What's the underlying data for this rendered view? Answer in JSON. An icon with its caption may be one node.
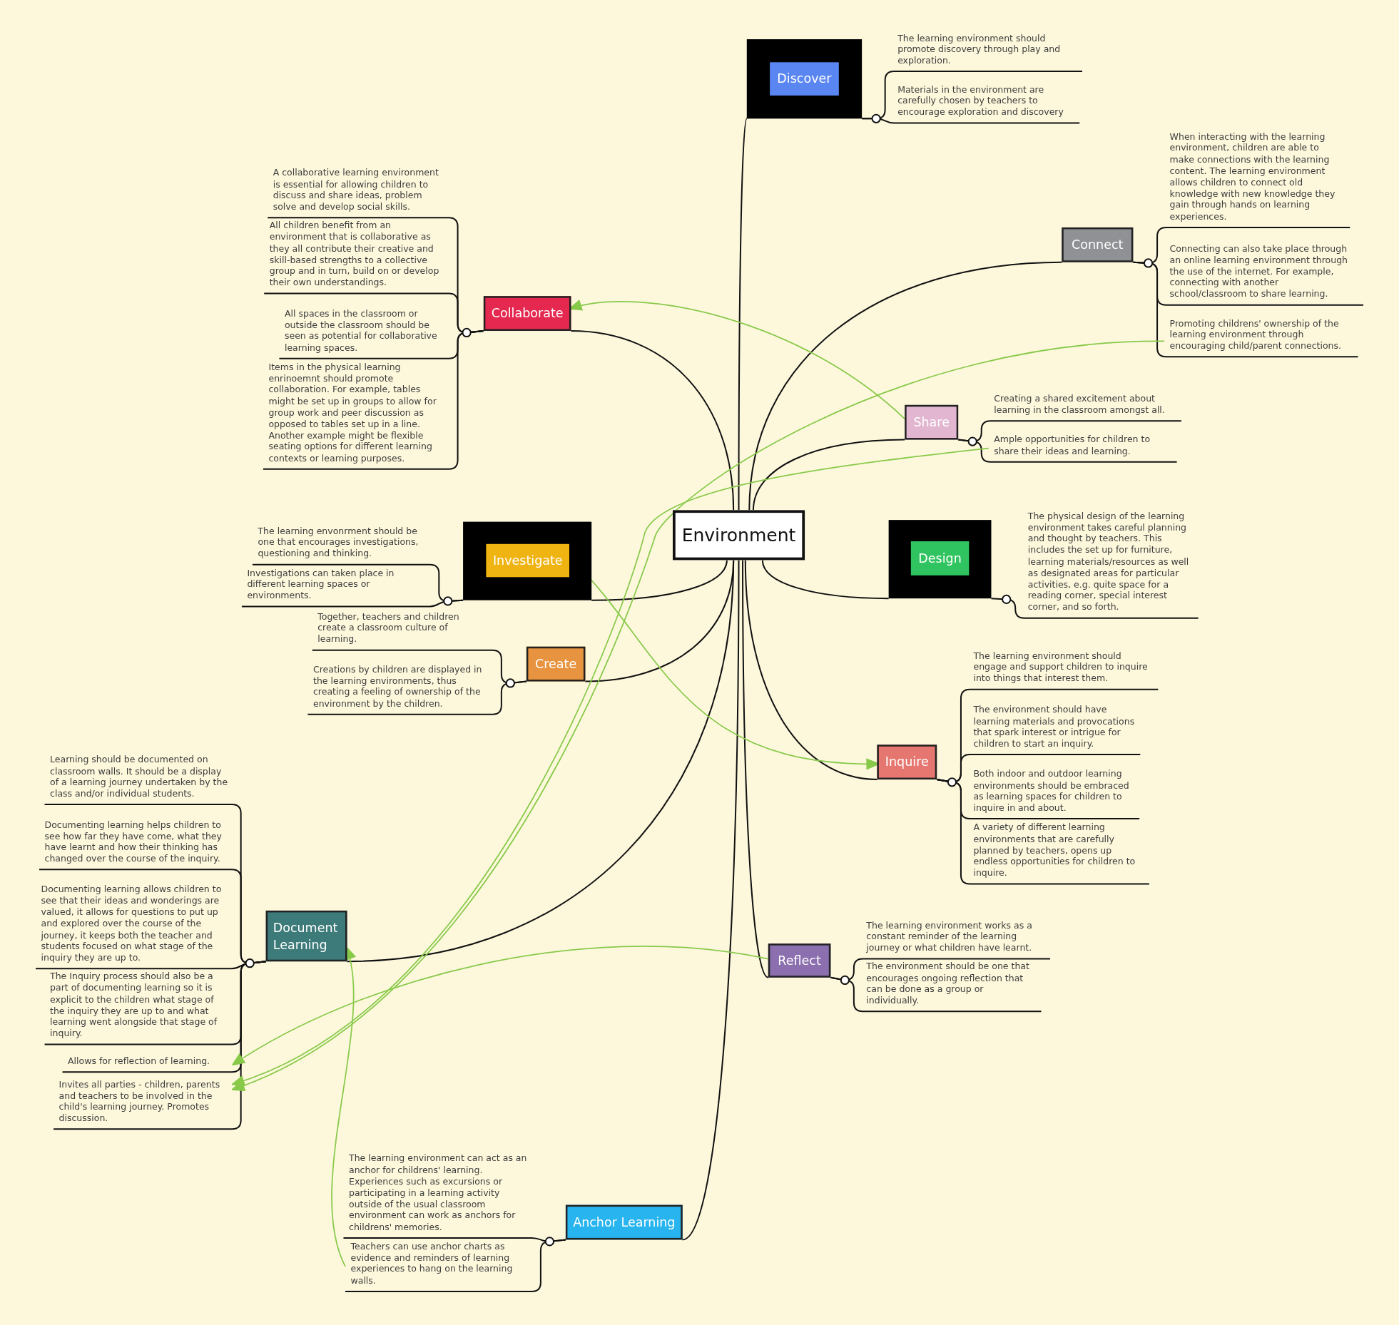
{
  "diagram": {
    "nodes": [
      {
        "text": [
          "Environment"
        ]
      },
      {
        "text": [],
        "shape": "box"
      },
      {
        "text": [
          "Discover"
        ],
        "in": 1
      },
      {
        "text": [
          "The learning environment should promote discovery through play and exploration."
        ]
      },
      {
        "text": [
          "Materials in the environment are carefully chosen by teachers to encourage exploration and discovery"
        ]
      },
      {
        "text": [
          "Connect"
        ]
      },
      {
        "text": [
          "When interacting with the learning environment, children are able to make connections with the learning content. The learning environment allows children to connect old knowledge with new knowledge they gain through hands on learning experiences."
        ]
      },
      {
        "text": [
          "Connecting can also take place through an online learning environment through the use of the internet. For example, connecting with another school/classroom to share learning."
        ]
      },
      {
        "text": [
          "Promoting childrens' ownership of the learning environment through encouraging child/parent connections."
        ]
      },
      {
        "text": [
          "Collaborate"
        ]
      },
      {
        "text": [
          "A collaborative learning environment is essential for allowing children to discuss and share ideas, problem solve and develop social skills."
        ]
      },
      {
        "text": [
          "All children benefit from an environment that is collaborative as they all contribute their creative and skill-based strengths to a collective group and in turn, build on or develop their own understandings."
        ]
      },
      {
        "text": [
          "All spaces in the classroom or outside the classroom should be seen as potential for collaborative learning spaces."
        ]
      },
      {
        "text": [
          "Items in the physical learning enrinoemnt should promote collaboration. For example, tables might be set up in groups to allow for group work and peer discussion as opposed to tables set up in a line. Another example might be flexible seating options for different learning contexts or learning purposes."
        ]
      },
      {
        "text": [
          "Share"
        ]
      },
      {
        "text": [
          "Creating a shared excitement about learning in the classroom amongst all."
        ]
      },
      {
        "text": [
          "Ample opportunities for children to share their ideas and learning."
        ]
      },
      {
        "text": [],
        "shape": "box"
      },
      {
        "text": [
          "Investigate"
        ],
        "in": 17
      },
      {
        "text": [
          "The learning envonrment should be one that encourages investigations, questioning and thinking."
        ]
      },
      {
        "text": [
          "Investigations can taken place in different learning spaces or environments."
        ]
      },
      {
        "text": [],
        "shape": "box"
      },
      {
        "text": [
          "Design"
        ],
        "in": 21
      },
      {
        "text": [
          "The physical design of the learning environment takes careful planning and thought by teachers. This includes the set up for furniture, learning materials/resources as well as designated areas for particular activities, e.g. quite space for a reading corner, special interest corner, and so forth."
        ]
      },
      {
        "text": [
          "Create"
        ]
      },
      {
        "text": [
          "Together, teachers and children create a classroom culture of learning."
        ]
      },
      {
        "text": [
          "Creations by children are displayed in the learning environments, thus creating a feeling of ownership of the environment by the children."
        ]
      },
      {
        "text": [
          "Inquire"
        ]
      },
      {
        "text": [
          "The learning environment should engage and support children to inquire into things that interest them."
        ]
      },
      {
        "text": [
          "The environment should have learning materials and provocations that spark interest or intrigue for children to start an inquiry."
        ]
      },
      {
        "text": [
          "Both indoor and outdoor learning environments should be embraced as learning spaces for children to inquire in and about."
        ]
      },
      {
        "text": [
          "A variety of different learning environments that are carefully planned by teachers, opens up endless opportunities for children to inquire."
        ]
      },
      {
        "text": [
          "Document Learning"
        ]
      },
      {
        "text": [
          "Learning should be documented on classroom walls. It should be a display of a learning journey undertaken by the class and/or individual students."
        ]
      },
      {
        "text": [
          "Documenting learning helps children to see how far they have come, what they have learnt and how their thinking has changed over the course of the inquiry."
        ]
      },
      {
        "text": [
          "Documenting learning allows children to see that their ideas and wonderings are valued, it allows for questions to put up and explored over the course of the journey, it keeps both the teacher and students focused on what stage of the inquiry they are up to."
        ]
      },
      {
        "text": [
          "The Inquiry process should also be a part of documenting learning so it is explicit to the children what stage of the inquiry they are up to and what learning went alongside that stage of inquiry."
        ]
      },
      {
        "text": [
          "Allows for reflection of learning."
        ]
      },
      {
        "text": [
          "Invites all parties - children, parents and teachers to be involved in the child's learning journey. Promotes discussion."
        ]
      },
      {
        "text": [
          "Reflect"
        ]
      },
      {
        "text": [
          "The learning environment works as a constant reminder of the learning journey or what children have learnt."
        ]
      },
      {
        "text": [
          "The environment should be one that encourages ongoing reflection that can be done as a group or individually."
        ]
      },
      {
        "text": [
          "Anchor Learning"
        ]
      },
      {
        "text": [
          "The learning environment can act as an anchor for childrens' learning. Experiences such as excursions or participating in a learning activity outside of the usual classroom environment can work as anchors for childrens' memories."
        ]
      },
      {
        "text": [
          "Teachers can use anchor charts as evidence and reminders of learning experiences to hang on the learning walls."
        ]
      }
    ],
    "edges": [
      {
        "from": 0,
        "to": 1,
        "arrow": "none"
      },
      {
        "from": 0,
        "to": 5,
        "arrow": "none"
      },
      {
        "from": 0,
        "to": 9,
        "arrow": "none"
      },
      {
        "from": 0,
        "to": 14,
        "arrow": "none"
      },
      {
        "from": 0,
        "to": 17,
        "arrow": "none"
      },
      {
        "from": 0,
        "to": 21,
        "arrow": "none"
      },
      {
        "from": 0,
        "to": 24,
        "arrow": "none"
      },
      {
        "from": 0,
        "to": 27,
        "arrow": "none"
      },
      {
        "from": 0,
        "to": 32,
        "arrow": "none"
      },
      {
        "from": 0,
        "to": 39,
        "arrow": "none"
      },
      {
        "from": 0,
        "to": 42,
        "arrow": "none"
      },
      {
        "from": 1,
        "to": 3,
        "arrow": "none"
      },
      {
        "from": 1,
        "to": 4,
        "arrow": "none"
      },
      {
        "from": 5,
        "to": 6,
        "arrow": "none"
      },
      {
        "from": 5,
        "to": 7,
        "arrow": "none"
      },
      {
        "from": 5,
        "to": 8,
        "arrow": "none"
      },
      {
        "from": 9,
        "to": 10,
        "arrow": "none"
      },
      {
        "from": 9,
        "to": 11,
        "arrow": "none"
      },
      {
        "from": 9,
        "to": 12,
        "arrow": "none"
      },
      {
        "from": 9,
        "to": 13,
        "arrow": "none"
      },
      {
        "from": 14,
        "to": 15,
        "arrow": "none"
      },
      {
        "from": 14,
        "to": 16,
        "arrow": "none"
      },
      {
        "from": 17,
        "to": 19,
        "arrow": "none"
      },
      {
        "from": 17,
        "to": 20,
        "arrow": "none"
      },
      {
        "from": 21,
        "to": 23,
        "arrow": "none"
      },
      {
        "from": 24,
        "to": 25,
        "arrow": "none"
      },
      {
        "from": 24,
        "to": 26,
        "arrow": "none"
      },
      {
        "from": 27,
        "to": 28,
        "arrow": "none"
      },
      {
        "from": 27,
        "to": 29,
        "arrow": "none"
      },
      {
        "from": 27,
        "to": 30,
        "arrow": "none"
      },
      {
        "from": 27,
        "to": 31,
        "arrow": "none"
      },
      {
        "from": 32,
        "to": 33,
        "arrow": "none"
      },
      {
        "from": 32,
        "to": 34,
        "arrow": "none"
      },
      {
        "from": 32,
        "to": 35,
        "arrow": "none"
      },
      {
        "from": 32,
        "to": 36,
        "arrow": "none"
      },
      {
        "from": 32,
        "to": 37,
        "arrow": "none"
      },
      {
        "from": 32,
        "to": 38,
        "arrow": "none"
      },
      {
        "from": 39,
        "to": 40,
        "arrow": "none"
      },
      {
        "from": 39,
        "to": 41,
        "arrow": "none"
      },
      {
        "from": 42,
        "to": 43,
        "arrow": "none"
      },
      {
        "from": 42,
        "to": 44,
        "arrow": "none"
      },
      {
        "from": 14,
        "to": 9,
        "arrow": "to",
        "color": "#88c94a"
      },
      {
        "from": 18,
        "to": 27,
        "arrow": "to",
        "color": "#88c94a"
      },
      {
        "from": 8,
        "to": 38,
        "arrow": "to",
        "color": "#88c94a"
      },
      {
        "from": 16,
        "to": 38,
        "arrow": "to",
        "color": "#88c94a"
      },
      {
        "from": 39,
        "to": 37,
        "arrow": "to",
        "color": "#88c94a"
      },
      {
        "from": 44,
        "to": 32,
        "arrow": "to",
        "color": "#88c94a"
      }
    ]
  }
}
